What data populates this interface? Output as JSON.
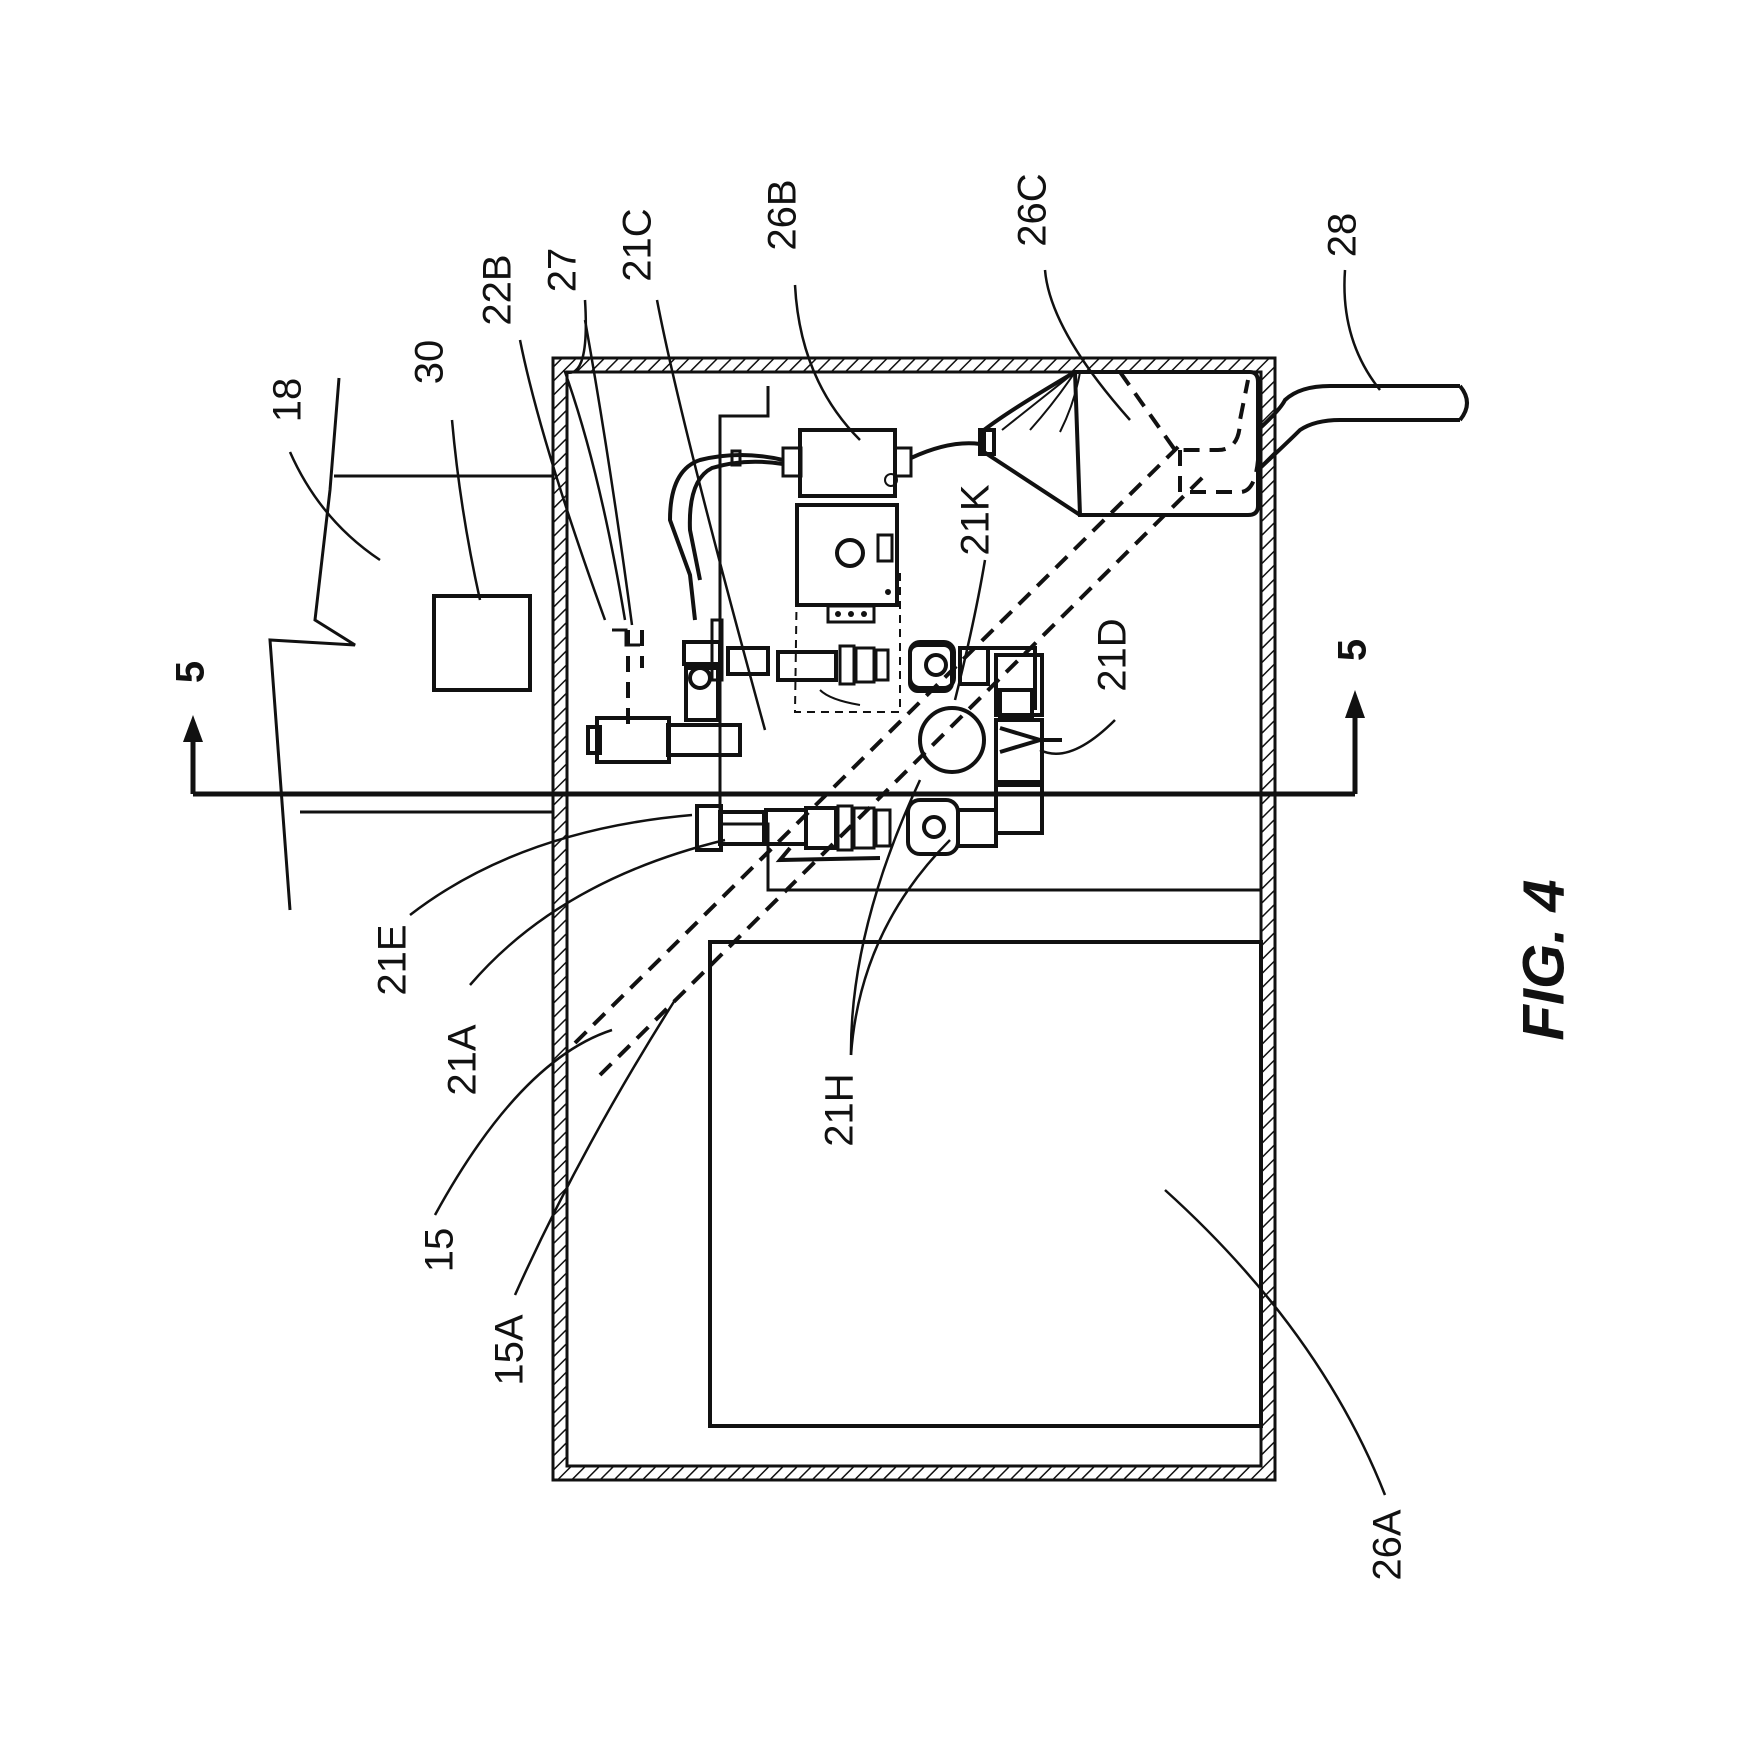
{
  "figure_label": "FIG. 4",
  "section_marker": "5",
  "reference_labels": [
    "18",
    "30",
    "22B",
    "27",
    "21C",
    "26B",
    "26C",
    "28",
    "21K",
    "21D",
    "21E",
    "21A",
    "15",
    "15A",
    "21H",
    "26A"
  ],
  "colors": {
    "line": "#111111",
    "background": "#ffffff"
  }
}
